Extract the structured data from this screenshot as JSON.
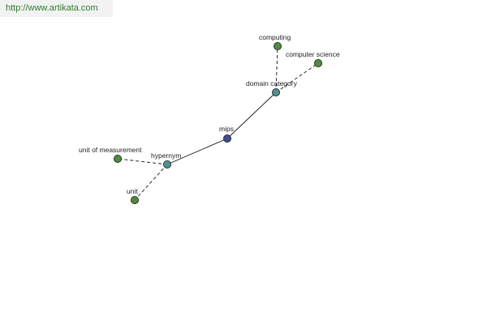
{
  "watermark": {
    "url": "http://www.artikata.com"
  },
  "colors": {
    "center": "#3d4e8f",
    "relation": "#4f8f8f",
    "leaf": "#4f8a3d",
    "edge": "#111111",
    "watermark_bg": "#f2f2f2",
    "watermark_text": "#2e7d2e"
  },
  "graph": {
    "nodes": [
      {
        "id": "mips",
        "label": "mips",
        "kind": "center"
      },
      {
        "id": "hypernym",
        "label": "hypernym",
        "kind": "relation"
      },
      {
        "id": "domain-category",
        "label": "domain category",
        "kind": "relation"
      },
      {
        "id": "computing",
        "label": "computing",
        "kind": "leaf"
      },
      {
        "id": "computer-science",
        "label": "computer science",
        "kind": "leaf"
      },
      {
        "id": "unit-of-measurement",
        "label": "unit of measurement",
        "kind": "leaf"
      },
      {
        "id": "unit",
        "label": "unit",
        "kind": "leaf"
      }
    ],
    "edges": [
      {
        "from": "mips",
        "to": "domain-category",
        "style": "solid"
      },
      {
        "from": "mips",
        "to": "hypernym",
        "style": "solid"
      },
      {
        "from": "domain-category",
        "to": "computing",
        "style": "dashed"
      },
      {
        "from": "domain-category",
        "to": "computer-science",
        "style": "dashed"
      },
      {
        "from": "hypernym",
        "to": "unit-of-measurement",
        "style": "dashed"
      },
      {
        "from": "hypernym",
        "to": "unit",
        "style": "dashed"
      }
    ]
  }
}
